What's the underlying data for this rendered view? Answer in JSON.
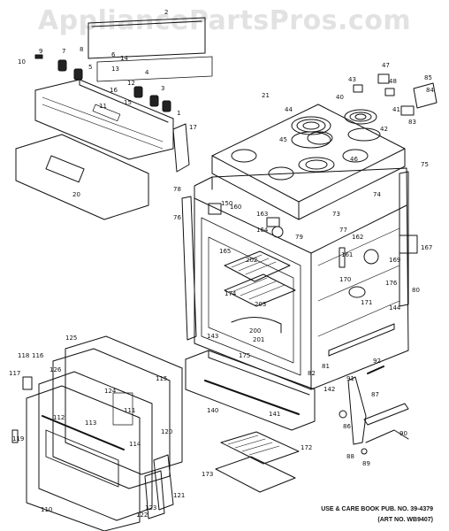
{
  "watermark": "AppliancePartsPros.com",
  "footer": {
    "care_book": "USE & CARE BOOK PUB. NO. 39-4379",
    "art_no": "(ART NO. WB9407)"
  },
  "part_labels": [
    "1",
    "2",
    "3",
    "4",
    "5",
    "6",
    "7",
    "8",
    "9",
    "10",
    "11",
    "12",
    "13",
    "14",
    "15",
    "16",
    "17",
    "20",
    "21",
    "40",
    "41",
    "42",
    "43",
    "44",
    "45",
    "46",
    "47",
    "48",
    "73",
    "74",
    "75",
    "76",
    "77",
    "78",
    "79",
    "80",
    "81",
    "82",
    "83",
    "84",
    "85",
    "86",
    "87",
    "88",
    "89",
    "90",
    "91",
    "92",
    "110",
    "111",
    "112",
    "113",
    "114",
    "115",
    "116",
    "117",
    "118",
    "119",
    "120",
    "121",
    "122",
    "123",
    "124",
    "125",
    "126",
    "140",
    "141",
    "142",
    "143",
    "144",
    "150",
    "160",
    "161",
    "162",
    "163",
    "164",
    "165",
    "167",
    "169",
    "170",
    "171",
    "172",
    "173",
    "174",
    "175",
    "176",
    "200",
    "201",
    "202",
    "203"
  ]
}
